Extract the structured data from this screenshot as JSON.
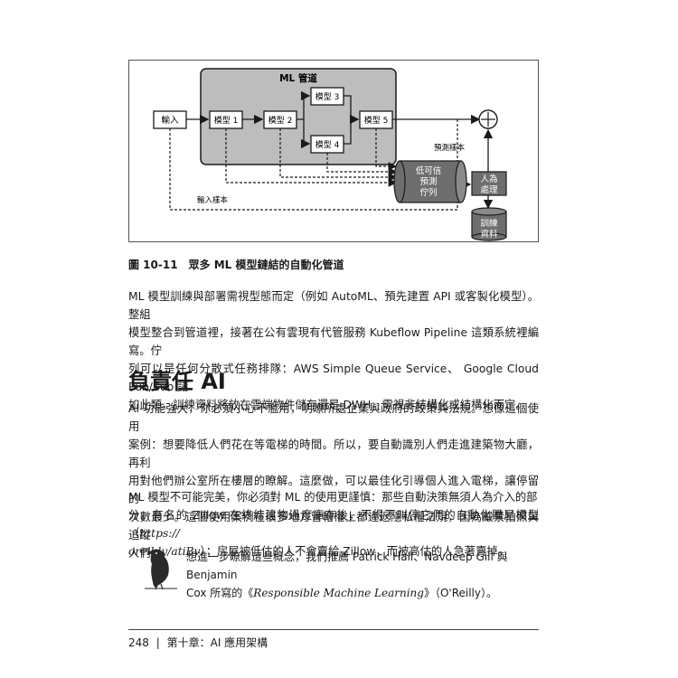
{
  "figure": {
    "pipeline_label": "ML 管道",
    "nodes": {
      "input": "輸入",
      "model1": "模型 1",
      "model2": "模型 2",
      "model3": "模型 3",
      "model4": "模型 4",
      "model5": "模型 5",
      "low_conf_line1": "低可信",
      "low_conf_line2": "預測",
      "low_conf_line3": "佇列",
      "human_line1": "人為",
      "human_line2": "處理",
      "train_line1": "訓練",
      "train_line2": "資料"
    },
    "labels": {
      "prediction_samples": "預測樣本",
      "input_samples": "輸入樣本"
    },
    "colors": {
      "pipeline_fill": "#bdbdbd",
      "node_fill": "#ffffff",
      "dark_node_fill": "#6e6e6e",
      "stroke": "#1a1a1a"
    }
  },
  "caption": "圖 10-11　眾多 ML 模型鏈結的自動化管道",
  "paragraph1": {
    "lines": [
      "ML 模型訓練與部署需視型態而定（例如 AutoML、預先建置 API 或客製化模型）。整組",
      "模型整合到管道裡，接著在公有雲現有代管服務 Kubeflow Pipeline 這類系統裡編寫。佇",
      "列可以是任何分散式任務排隊：AWS Simple Queue Service、 Google Cloud Pub/Sub 諸",
      "如此類。訓練資料將放在雲端物件儲存還是 DWH，需視非結構化或結構化而定。"
    ]
  },
  "heading": "負責任 AI",
  "paragraph2": {
    "lines": [
      "AI 功能強大，你必須小心不濫用，明瞭所處企業與政府的政策與法規。想像這個使用",
      "案例：想要降低人們花在等電梯的時間。所以，要自動識別人們走進建築物大廳，再利",
      "用對他們辦公室所在樓層的瞭解。這麼做，可以最佳化引導個人進入電梯，讓停留的",
      "次數最少。這個使用案例在很多地方管轄權上都違返隱私權法規，因為嚴禁拍照與追蹤",
      "人們。"
    ]
  },
  "paragraph3": {
    "line1": "ML 模型不可能完美，你必須對 ML 的使用更謹慎：那些自動決策無須人為介入的部",
    "line2_pre": "分。有名的 Zillow 在終結建物過度庫存後，不得不叫停它們的自動化購屋模型（",
    "line2_link": "https://",
    "line3_link": "oreil.ly/atiBv",
    "line3_post": "）；房屋被低估的人不會賣給 Zillow，而被高估的人急著賣掉。"
  },
  "note": {
    "line1": "想進一步瞭解這些概念，我們推薦 Patrick Hall、Navdeep Gill 與 Benjamin",
    "line2_pre": "Cox 所寫的《",
    "line2_book": "Responsible Machine Learning",
    "line2_post": "》（O'Reilly）。"
  },
  "footer": {
    "page_number": "248",
    "separator": "|",
    "chapter": "第十章：AI 應用架構"
  }
}
